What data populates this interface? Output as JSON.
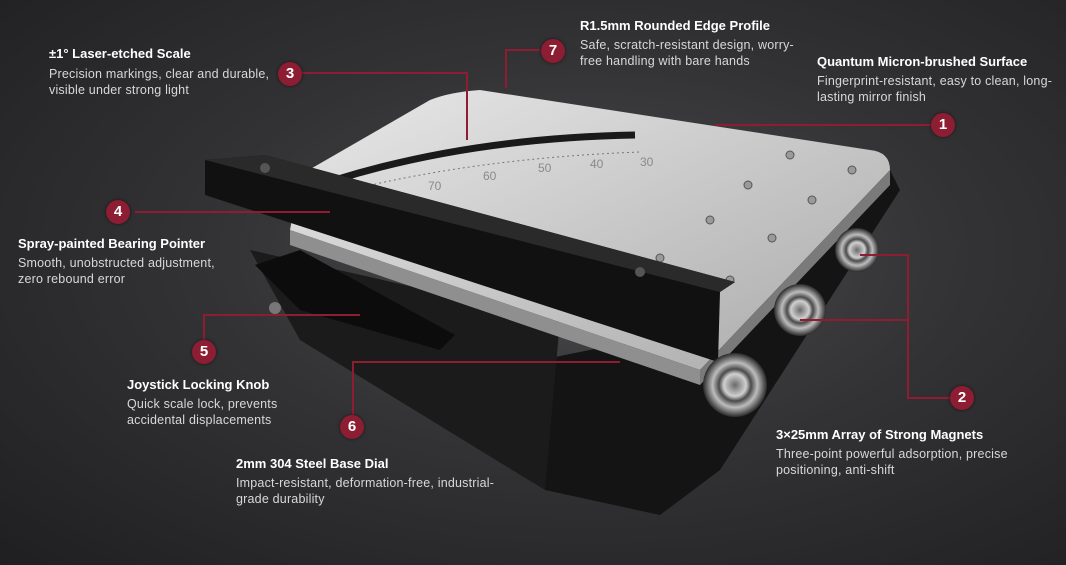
{
  "callouts": [
    {
      "number": "1",
      "title": "Quantum Micron-brushed Surface",
      "desc": "Fingerprint-resistant, easy to clean, long-lasting mirror finish"
    },
    {
      "number": "2",
      "title": "3×25mm Array of Strong Magnets",
      "desc": " Three-point powerful adsorption, precise positioning, anti-shift"
    },
    {
      "number": "3",
      "title": "±1° Laser-etched Scale",
      "desc": "Precision markings, clear and durable, visible under strong light"
    },
    {
      "number": "4",
      "title": "Spray-painted Bearing Pointer",
      "desc": "Smooth, unobstructed adjustment, zero rebound error"
    },
    {
      "number": "5",
      "title": "Joystick Locking Knob",
      "desc": "Quick scale lock, prevents accidental displacements"
    },
    {
      "number": "6",
      "title": "2mm 304 Steel Base Dial",
      "desc": "Impact-resistant, deformation-free, industrial-grade durability"
    },
    {
      "number": "7",
      "title": "R1.5mm Rounded Edge Profile",
      "desc": "Safe, scratch-resistant design, worry-free handling with bare hands"
    }
  ],
  "scale_marks": [
    "70",
    "60",
    "50",
    "40",
    "30"
  ],
  "colors": {
    "accent": "#8c1d32",
    "line": "#8c1d32",
    "title": "#ffffff",
    "text": "#d8d8d8"
  }
}
